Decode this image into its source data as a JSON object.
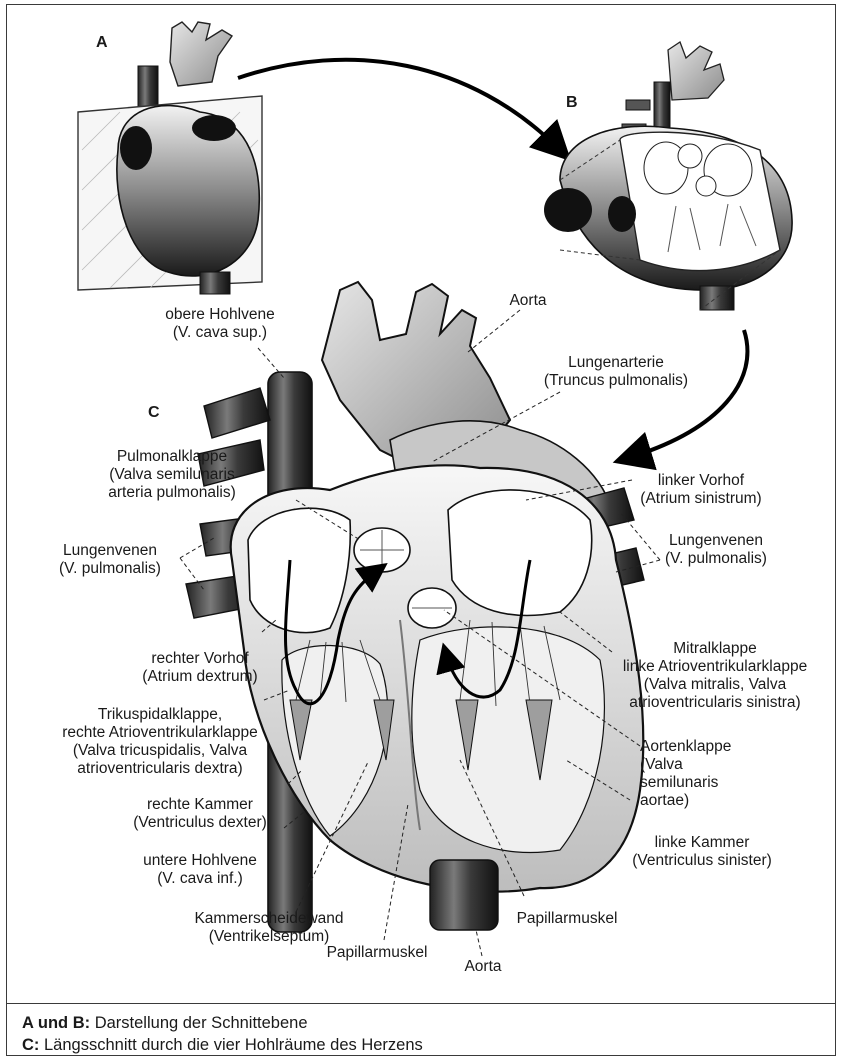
{
  "panels": {
    "a": "A",
    "b": "B",
    "c": "C"
  },
  "labels": {
    "vcs": [
      "obere Hohlvene",
      "(V. cava sup.)"
    ],
    "aorta_top": [
      "Aorta"
    ],
    "lungenarterie": [
      "Lungenarterie",
      "(Truncus pulmonalis)"
    ],
    "pulmonalklappe": [
      "Pulmonalklappe",
      "(Valva semilunaris",
      "arteria pulmonalis)"
    ],
    "lv_left": [
      "Lungenvenen",
      "(V. pulmonalis)"
    ],
    "linker_vorhof": [
      "linker Vorhof",
      "(Atrium sinistrum)"
    ],
    "lv_right": [
      "Lungenvenen",
      "(V. pulmonalis)"
    ],
    "rechter_vorhof": [
      "rechter Vorhof",
      "(Atrium dextrum)"
    ],
    "mitralklappe": [
      "Mitralklappe",
      "linke Atrioventrikularklappe",
      "(Valva mitralis, Valva",
      "atrioventricularis sinistra)"
    ],
    "trikuspidal": [
      "Trikuspidalklappe,",
      "rechte Atrioventrikularklappe",
      "(Valva tricuspidalis, Valva",
      "atrioventricularis dextra)"
    ],
    "aortenklappe": [
      "Aortenklappe",
      "(Valva",
      "semilunaris",
      "aortae)"
    ],
    "rechte_kammer": [
      "rechte Kammer",
      "(Ventriculus dexter)"
    ],
    "linke_kammer": [
      "linke Kammer",
      "(Ventriculus sinister)"
    ],
    "vci": [
      "untere Hohlvene",
      "(V. cava inf.)"
    ],
    "septum": [
      "Kammerscheidewand",
      "(Ventrikelseptum)"
    ],
    "papillar_r": [
      "Papillarmuskel"
    ],
    "papillar_l": [
      "Papillarmuskel"
    ],
    "aorta_bottom": [
      "Aorta"
    ]
  },
  "caption": {
    "line1_bold": "A und B:",
    "line1_text": " Darstellung der Schnittebene",
    "line2_bold": "C:",
    "line2_text": " Längsschnitt durch die vier Hohlräume des Herzens"
  }
}
